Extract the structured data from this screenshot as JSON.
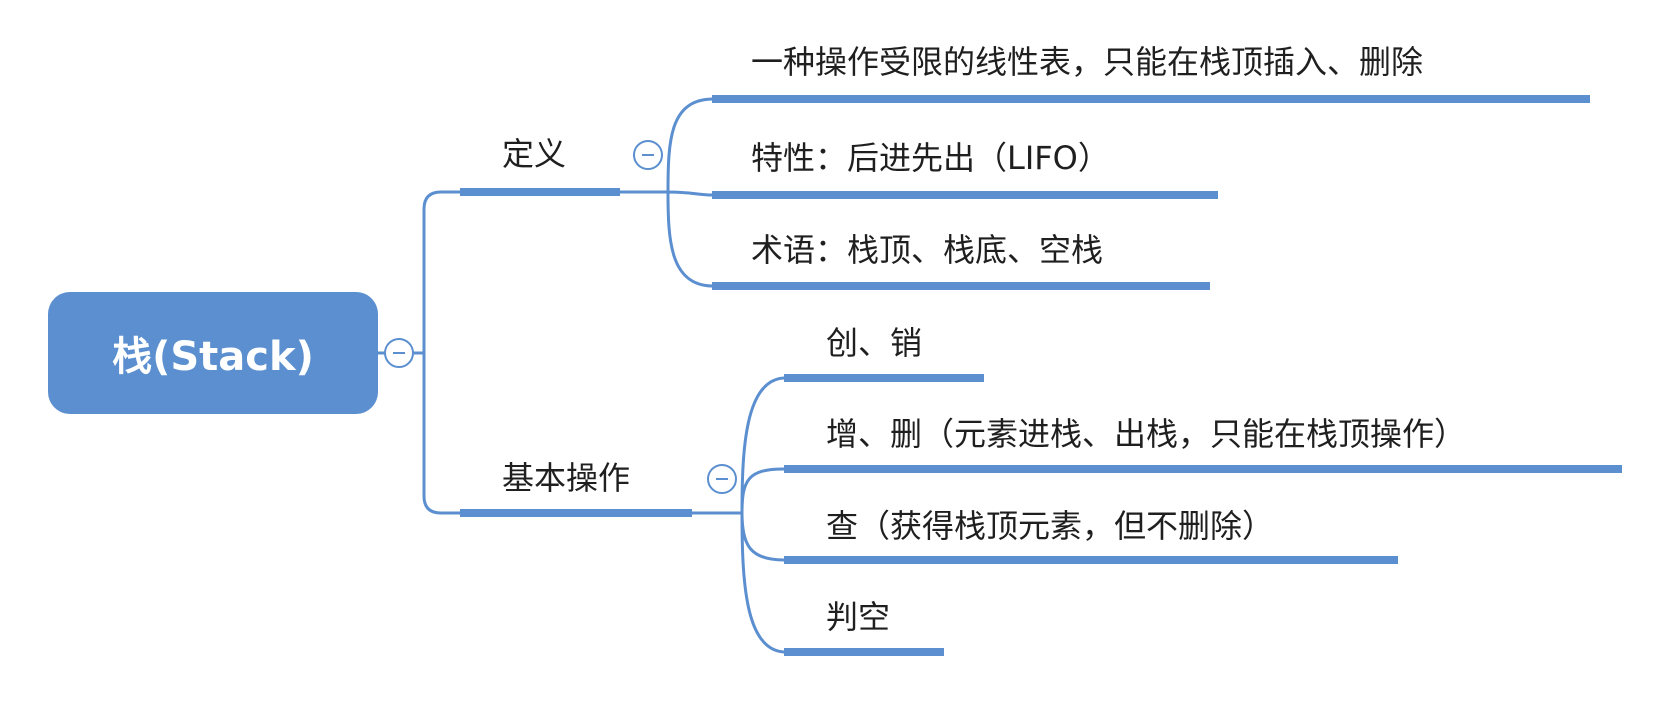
{
  "root": {
    "label": "栈(Stack)"
  },
  "branches": [
    {
      "label": "定义",
      "children": [
        "一种操作受限的线性表，只能在栈顶插入、删除",
        "特性：后进先出（LIFO）",
        "术语：栈顶、栈底、空栈"
      ]
    },
    {
      "label": "基本操作",
      "children": [
        "创、销",
        "增、删（元素进栈、出栈，只能在栈顶操作）",
        "查（获得栈顶元素，但不删除）",
        "判空"
      ]
    }
  ],
  "colors": {
    "accent": "#5b8fcf",
    "text": "#1f1f1f"
  },
  "icons": {
    "collapse": "minus-circle-icon"
  }
}
